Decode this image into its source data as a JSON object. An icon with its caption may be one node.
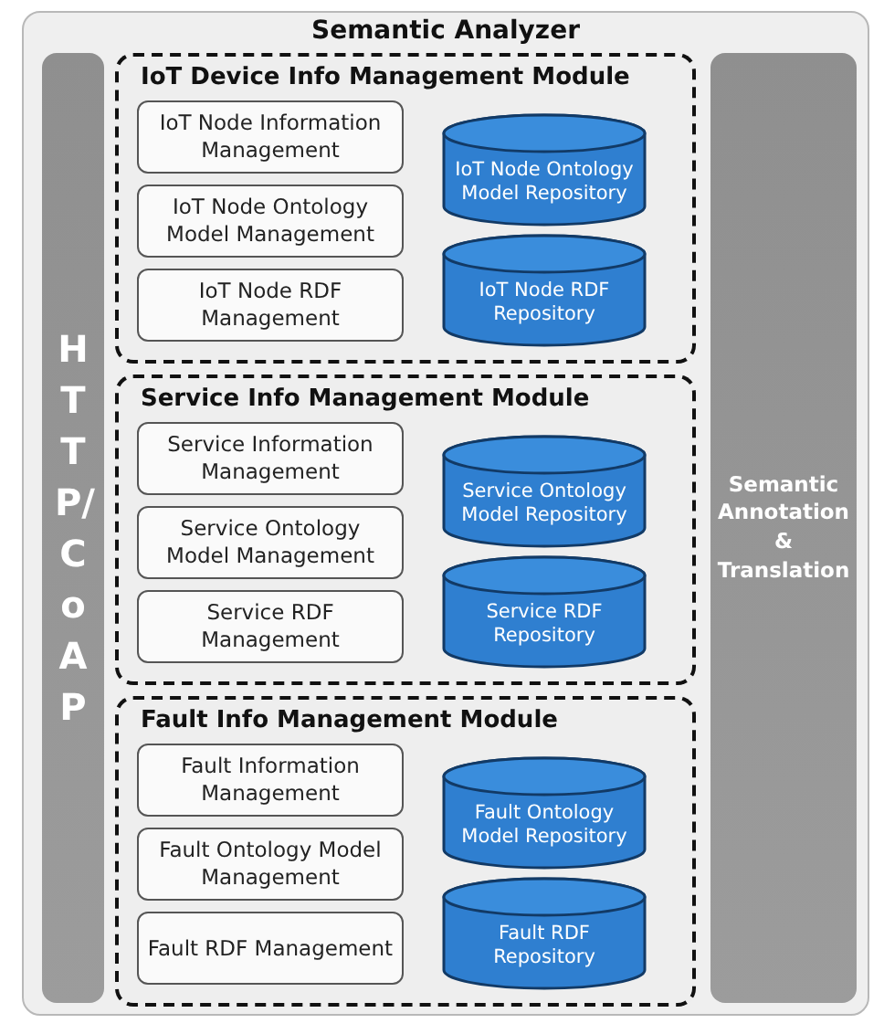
{
  "diagram": {
    "nodes": [
      {
        "text": [
          "Semantic Analyzer"
        ]
      },
      {
        "text": [
          "HTTP/CoAP"
        ],
        "in": 0
      },
      {
        "text": [
          "IoT Device Info Management Module"
        ],
        "in": 0
      },
      {
        "text": [
          "IoT Node Information Management"
        ],
        "in": 2
      },
      {
        "text": [
          "IoT Node Ontology Model Management"
        ],
        "in": 2
      },
      {
        "text": [
          "IoT Node RDF Management"
        ],
        "in": 2
      },
      {
        "text": [
          "IoT Node Ontology Model Repository"
        ],
        "in": 2
      },
      {
        "text": [
          "IoT Node RDF Repository"
        ],
        "in": 2
      },
      {
        "text": [
          "Service Info Management Module"
        ],
        "in": 0
      },
      {
        "text": [
          "Service Information Management"
        ],
        "in": 8
      },
      {
        "text": [
          "Service Ontology Model Management"
        ],
        "in": 8
      },
      {
        "text": [
          "Service RDF Management"
        ],
        "in": 8
      },
      {
        "text": [
          "Service Ontology Model Repository"
        ],
        "in": 8
      },
      {
        "text": [
          "Service RDF Repository"
        ],
        "in": 8
      },
      {
        "text": [
          "Fault Info Management Module"
        ],
        "in": 0
      },
      {
        "text": [
          "Fault Information Management"
        ],
        "in": 14
      },
      {
        "text": [
          "Fault Ontology Model Management"
        ],
        "in": 14
      },
      {
        "text": [
          "Fault RDF Management"
        ],
        "in": 14
      },
      {
        "text": [
          "Fault Ontology Model Repository"
        ],
        "in": 14
      },
      {
        "text": [
          "Fault RDF Repository"
        ],
        "in": 14
      },
      {
        "text": [
          "Semantic Annotation & Translation"
        ],
        "in": 0
      }
    ],
    "edges": []
  }
}
